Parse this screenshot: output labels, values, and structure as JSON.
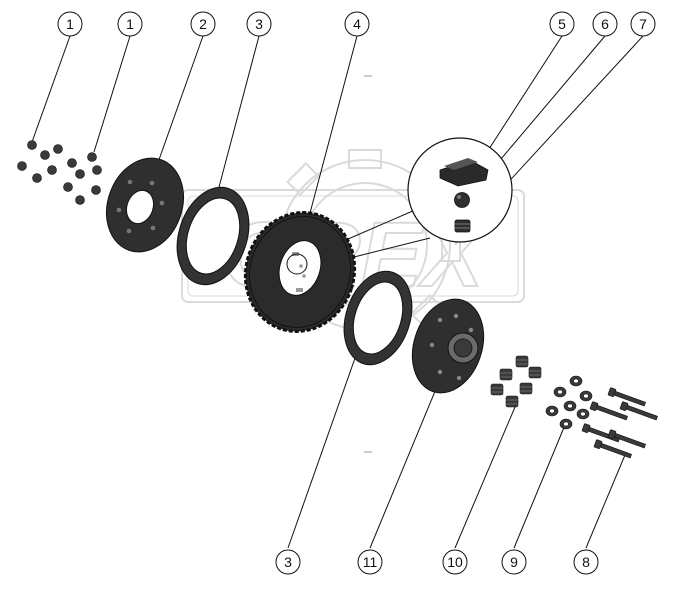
{
  "callouts": {
    "c1a": "1",
    "c1b": "1",
    "c2": "2",
    "c3top": "3",
    "c4": "4",
    "c5": "5",
    "c6": "6",
    "c7": "7",
    "c3bottom": "3",
    "c11": "11",
    "c10": "10",
    "c9": "9",
    "c8": "8"
  },
  "watermark": {
    "text": "OREX"
  },
  "colors": {
    "part_dark": "#2b2b2b",
    "part_mid": "#4a4a4a",
    "line": "#111111",
    "watermark": "#bdbdbd"
  }
}
